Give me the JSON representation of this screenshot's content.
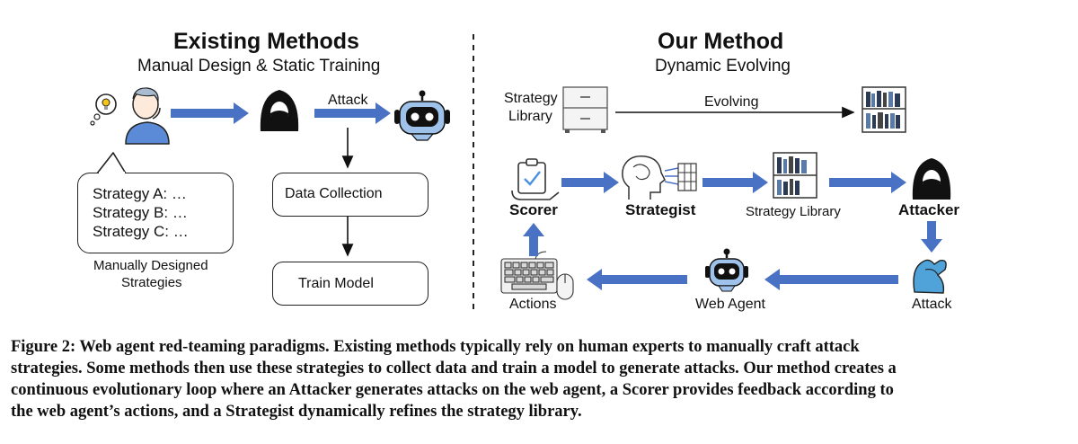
{
  "left_panel": {
    "title": "Existing Methods",
    "subtitle": "Manual Design  & Static Training",
    "attack_label": "Attack",
    "strategies": [
      "Strategy A: …",
      "Strategy B: …",
      "Strategy C: …"
    ],
    "manual_label_line1": "Manually Designed",
    "manual_label_line2": "Strategies",
    "data_collection": "Data Collection",
    "train_model": "Train Model"
  },
  "right_panel": {
    "title": "Our Method",
    "subtitle": "Dynamic Evolving",
    "strategy_library_top_line1": "Strategy",
    "strategy_library_top_line2": "Library",
    "evolving": "Evolving",
    "scorer": "Scorer",
    "strategist": "Strategist",
    "strategy_library": "Strategy Library",
    "attacker": "Attacker",
    "actions": "Actions",
    "web_agent": "Web Agent",
    "attack": "Attack"
  },
  "caption": {
    "lines": [
      "Figure 2: Web agent red-teaming paradigms. Existing methods typically rely on human experts to manually craft attack",
      "strategies. Some methods then use these strategies to collect data and train a model to generate attacks. Our method creates a",
      "continuous evolutionary loop where an Attacker generates attacks on the web agent, a Scorer provides feedback according to",
      "the web agent’s actions, and a Strategist dynamically refines the strategy library."
    ]
  },
  "colors": {
    "arrow_blue": "#4a72c4",
    "robot_blue": "#9ec2ea",
    "hood": "#111111"
  }
}
